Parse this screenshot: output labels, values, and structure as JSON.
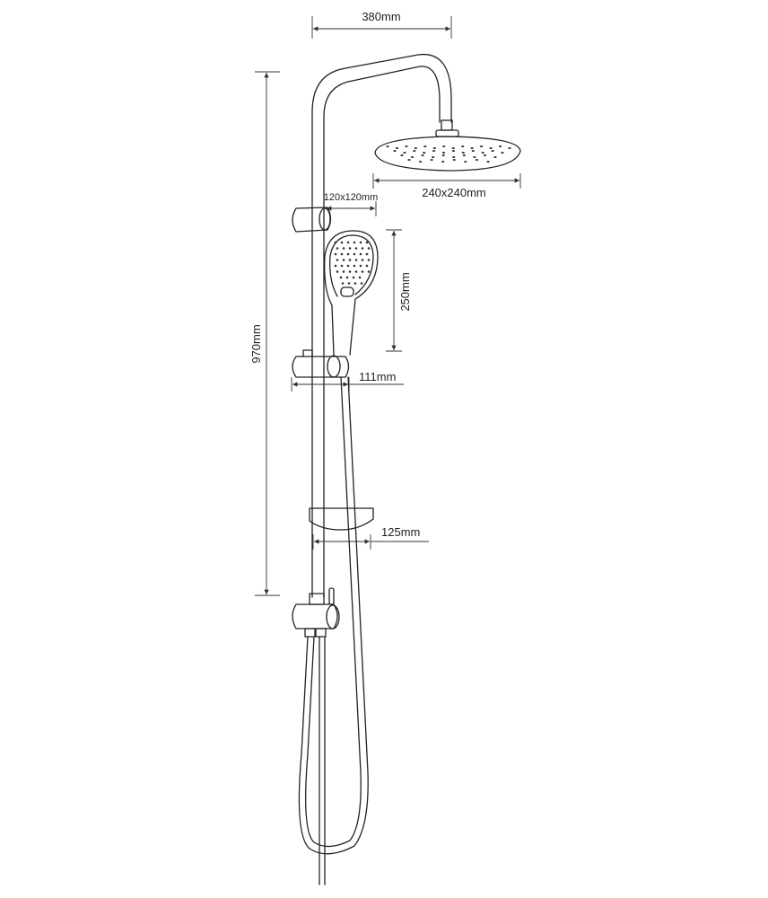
{
  "title": "Shower set dimension drawing",
  "dimensions": {
    "arm_reach": "380mm",
    "total_height": "970mm",
    "head_shower_size": "240x240mm",
    "top_bracket_size": "120x120mm",
    "hand_shower_length": "250mm",
    "slider_offset": "111mm",
    "soap_dish_width": "125mm"
  }
}
